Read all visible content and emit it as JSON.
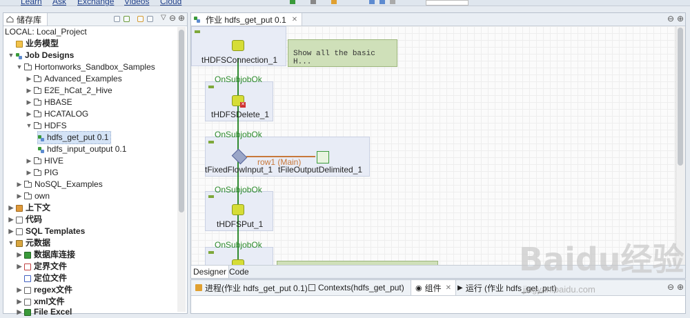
{
  "toolbar": {
    "links": [
      "Learn",
      "Ask",
      "Exchange",
      "Videos",
      "Cloud"
    ]
  },
  "repository": {
    "tab": "储存库",
    "root": "LOCAL: Local_Project",
    "items": [
      {
        "label": "业务模型",
        "bold": true
      },
      {
        "label": "Job Designs",
        "bold": true
      },
      {
        "label": "Hortonworks_Sandbox_Samples"
      },
      {
        "label": "Advanced_Examples"
      },
      {
        "label": "E2E_hCat_2_Hive"
      },
      {
        "label": "HBASE"
      },
      {
        "label": "HCATALOG"
      },
      {
        "label": "HDFS"
      },
      {
        "label": "hdfs_get_put 0.1"
      },
      {
        "label": "hdfs_input_output 0.1"
      },
      {
        "label": "HIVE"
      },
      {
        "label": "PIG"
      },
      {
        "label": "NoSQL_Examples"
      },
      {
        "label": "own"
      },
      {
        "label": "上下文",
        "bold": true
      },
      {
        "label": "代码",
        "bold": true
      },
      {
        "label": "SQL Templates",
        "bold": true
      },
      {
        "label": "元数据",
        "bold": true
      },
      {
        "label": "数据库连接",
        "bold": true
      },
      {
        "label": "定界文件",
        "bold": true
      },
      {
        "label": "定位文件",
        "bold": true
      },
      {
        "label": "regex文件",
        "bold": true
      },
      {
        "label": "xml文件",
        "bold": true
      },
      {
        "label": "File Excel",
        "bold": true
      }
    ]
  },
  "editor": {
    "tab": "作业 hdfs_get_put 0.1",
    "note": "Show all the basic H...",
    "components": [
      "tHDFSConnection_1",
      "tHDFSDelete_1",
      "tFixedFlowInput_1",
      "tFileOutputDelimited_1",
      "tHDFSPut_1"
    ],
    "trigger": "OnSubjobOk",
    "row_label": "row1 (Main)",
    "bottom_tabs": [
      "Designer",
      "Code"
    ]
  },
  "bottom_panel": {
    "tabs": [
      "进程(作业 hdfs_get_put 0.1)",
      "Contexts(hdfs_get_put)",
      "组件",
      "运行 (作业 hdfs_get_put)"
    ]
  },
  "watermark": {
    "brand": "Baidu经验",
    "url": "jingyan.baidu.com"
  },
  "colors": {
    "accent_green": "#2f8a2f",
    "subjob_bg": "#e8ecf6",
    "note_bg": "#cfe0b9",
    "row_orange": "#c8783a"
  }
}
